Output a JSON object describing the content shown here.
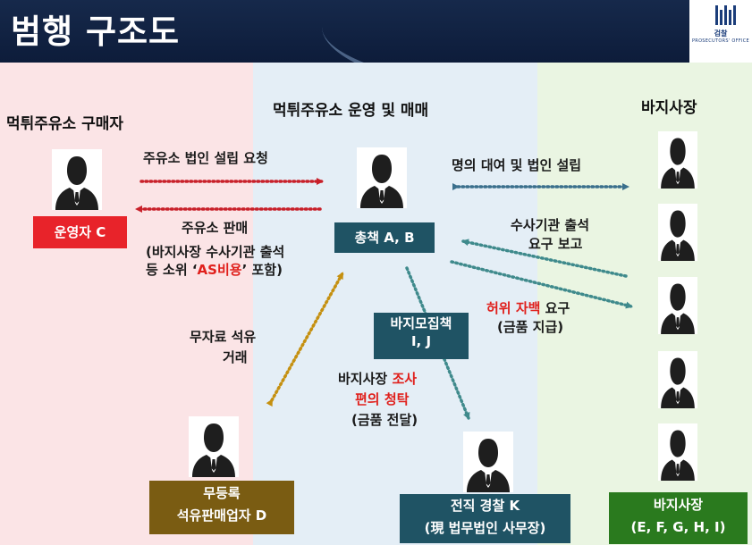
{
  "title": "범행 구조도",
  "logo": {
    "org_name": "검찰",
    "org_english": "PROSECUTORS' OFFICE"
  },
  "columns": {
    "left_heading": "먹튀주유소 구매자",
    "middle_heading": "먹튀주유소 운영 및 매매",
    "right_heading": "바지사장"
  },
  "labels": {
    "station_request": "주유소 법인 설립 요청",
    "station_sale": "주유소 판매",
    "sale_note_1": "(바지사장 수사기관 출석",
    "sale_note_2_pre": "등 소위 ‘",
    "sale_note_2_red": "AS비용",
    "sale_note_2_post": "’ 포함)",
    "free_oil_1": "무자료 석유",
    "free_oil_2": "거래",
    "name_loan": "명의 대여 및 법인 설립",
    "summons_1": "수사기관 출석",
    "summons_2": "요구 보고",
    "false_confession_red": "허위 자백",
    "false_confession_rest": " 요구",
    "money_pay": "(금품 지급)",
    "investigation_pre": "바지사장 ",
    "investigation_red": "조사",
    "favor_red": "편의 청탁",
    "money_delivery": "(금품 전달)"
  },
  "boxes": {
    "operator": "운영자 C",
    "boss": "총책 A, B",
    "recruiter_1": "바지모집책",
    "recruiter_2": "I, J",
    "unregistered_1": "무등록",
    "unregistered_2": "석유판매업자 D",
    "ex_police_1": "전직 경찰 K",
    "ex_police_2": "(現 법무법인 사무장)",
    "figureheads_1": "바지사장",
    "figureheads_2": "(E, F, G, H, I)"
  },
  "colors": {
    "header": "#0f1f3f",
    "red_box": "#e8232a",
    "teal_box": "#1f5364",
    "brown_box": "#7a5c12",
    "green_box": "#2a7a1e",
    "red_arrow": "#c8202a",
    "blue_arrow": "#3a6f8c",
    "teal_arrow": "#3f8a8c",
    "gold_arrow": "#c59010",
    "accent_red": "#e0201c"
  },
  "icons": [
    "person-silhouette-icon",
    "dotted-arrow-icon"
  ]
}
